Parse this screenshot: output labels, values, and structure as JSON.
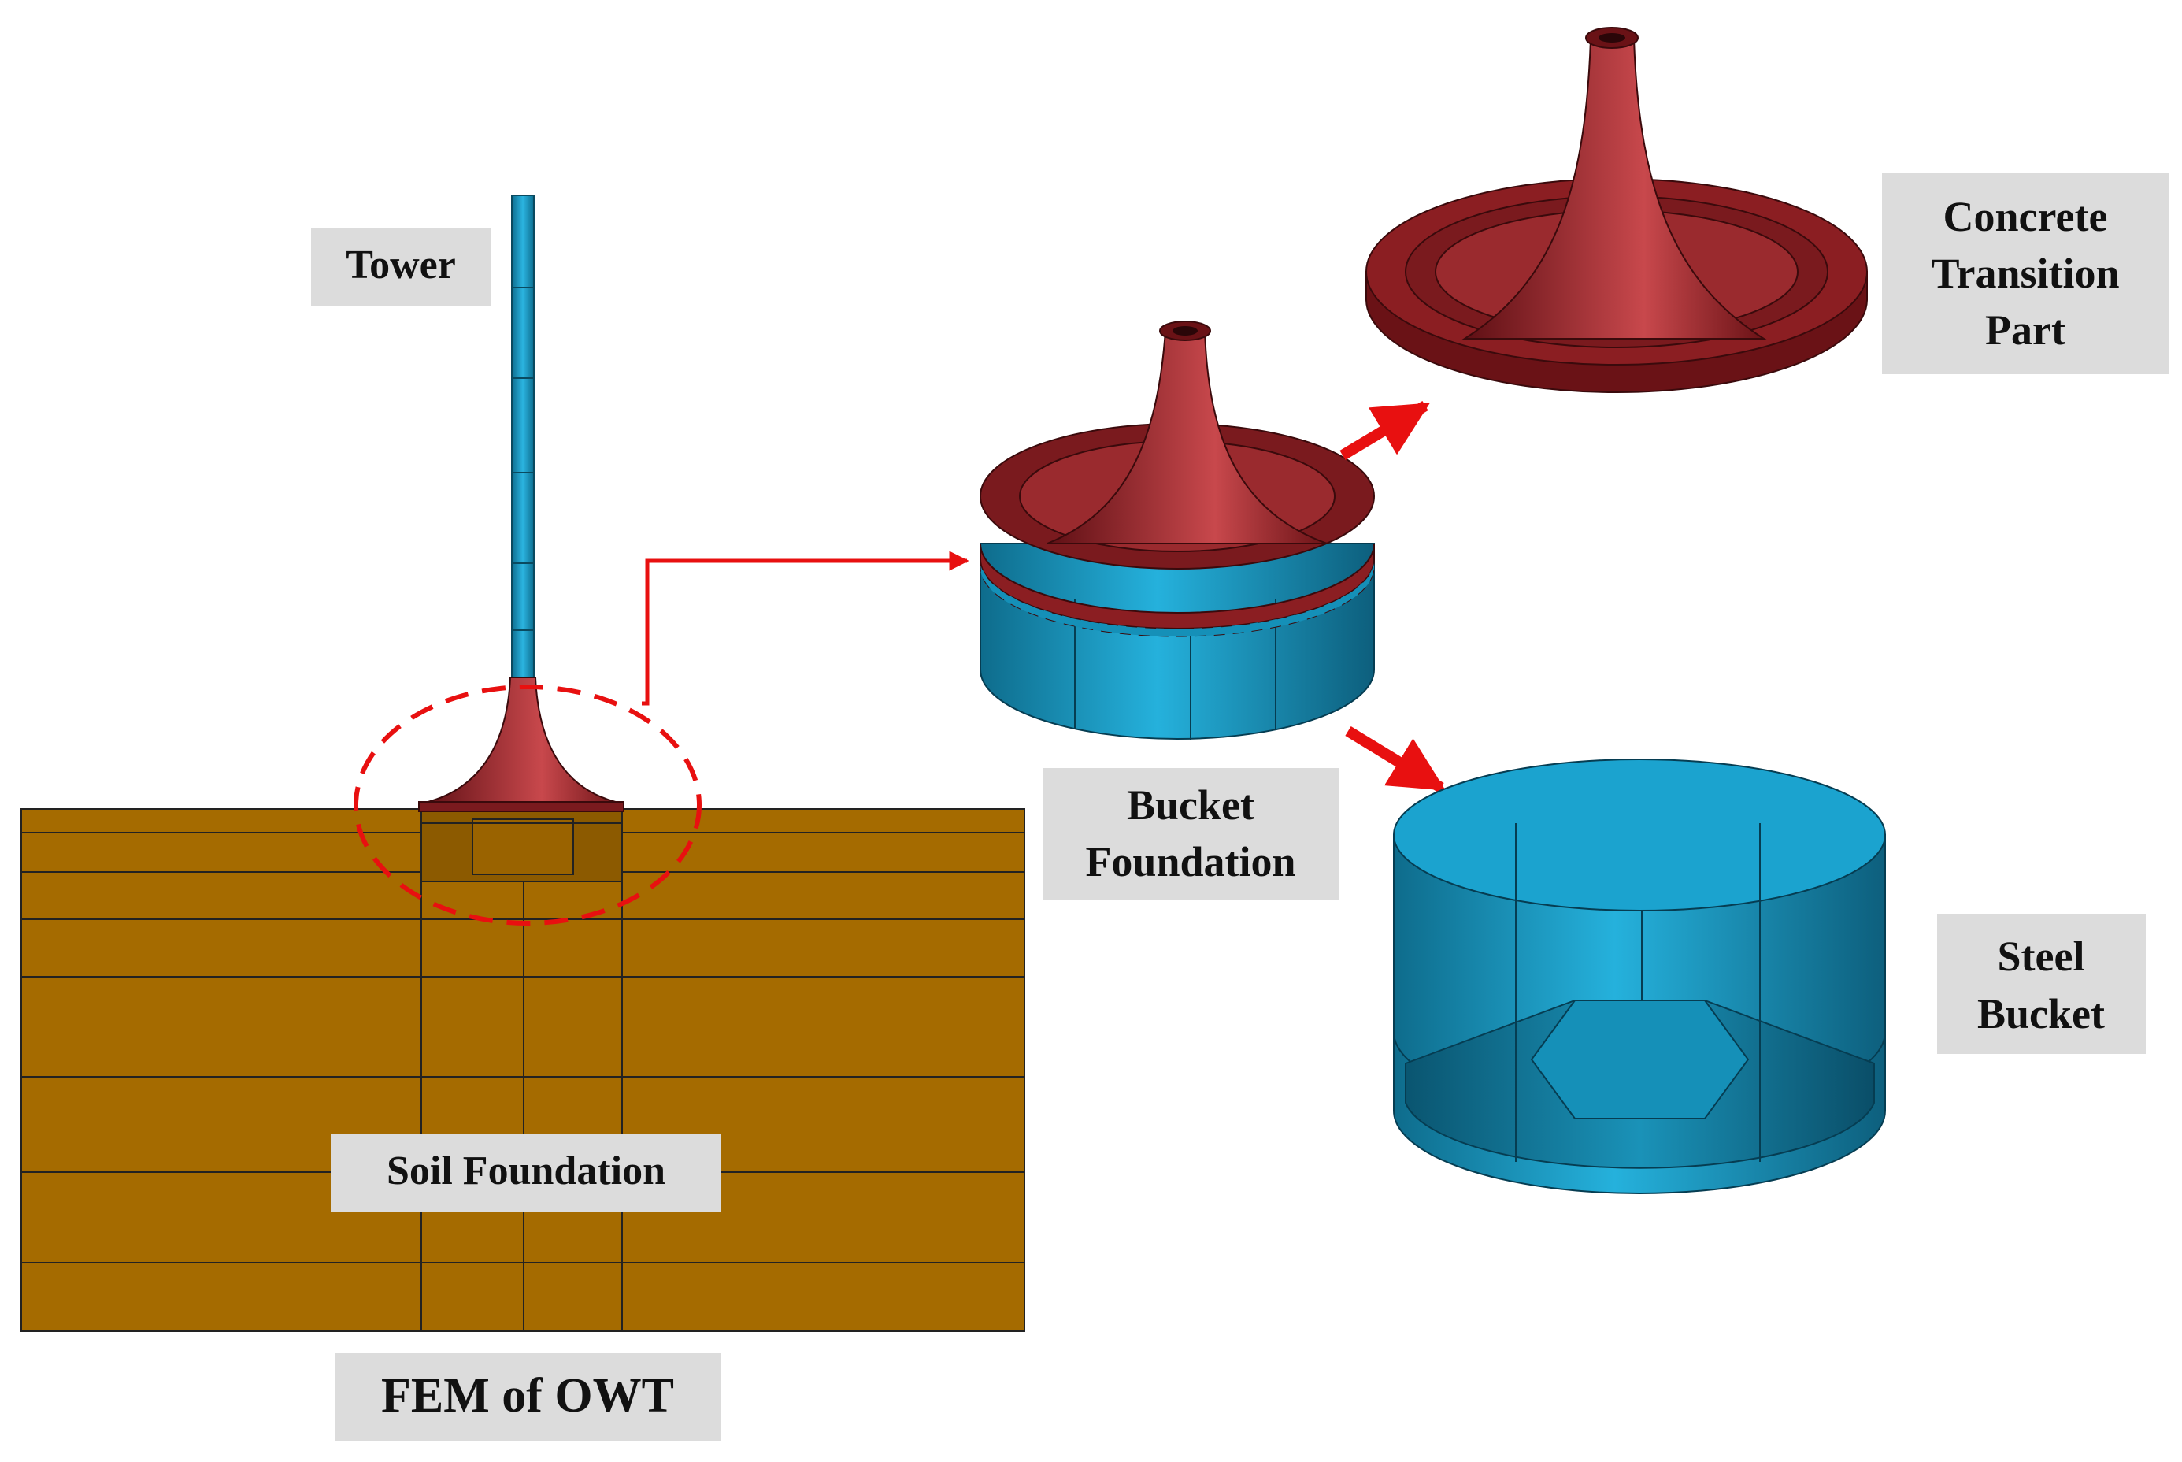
{
  "labels": {
    "tower": "Tower",
    "soil": "Soil Foundation",
    "fem": "FEM of OWT",
    "bucket_foundation": [
      "Bucket",
      "Foundation"
    ],
    "transition": [
      "Concrete",
      "Transition",
      "Part"
    ],
    "steel_bucket": [
      "Steel",
      "Bucket"
    ]
  },
  "colors": {
    "soil": "#a56b00",
    "steel": "#1590b8",
    "concrete": "#8b1e22",
    "arrow": "#e81010",
    "label_bg": "#dcdcdc"
  }
}
